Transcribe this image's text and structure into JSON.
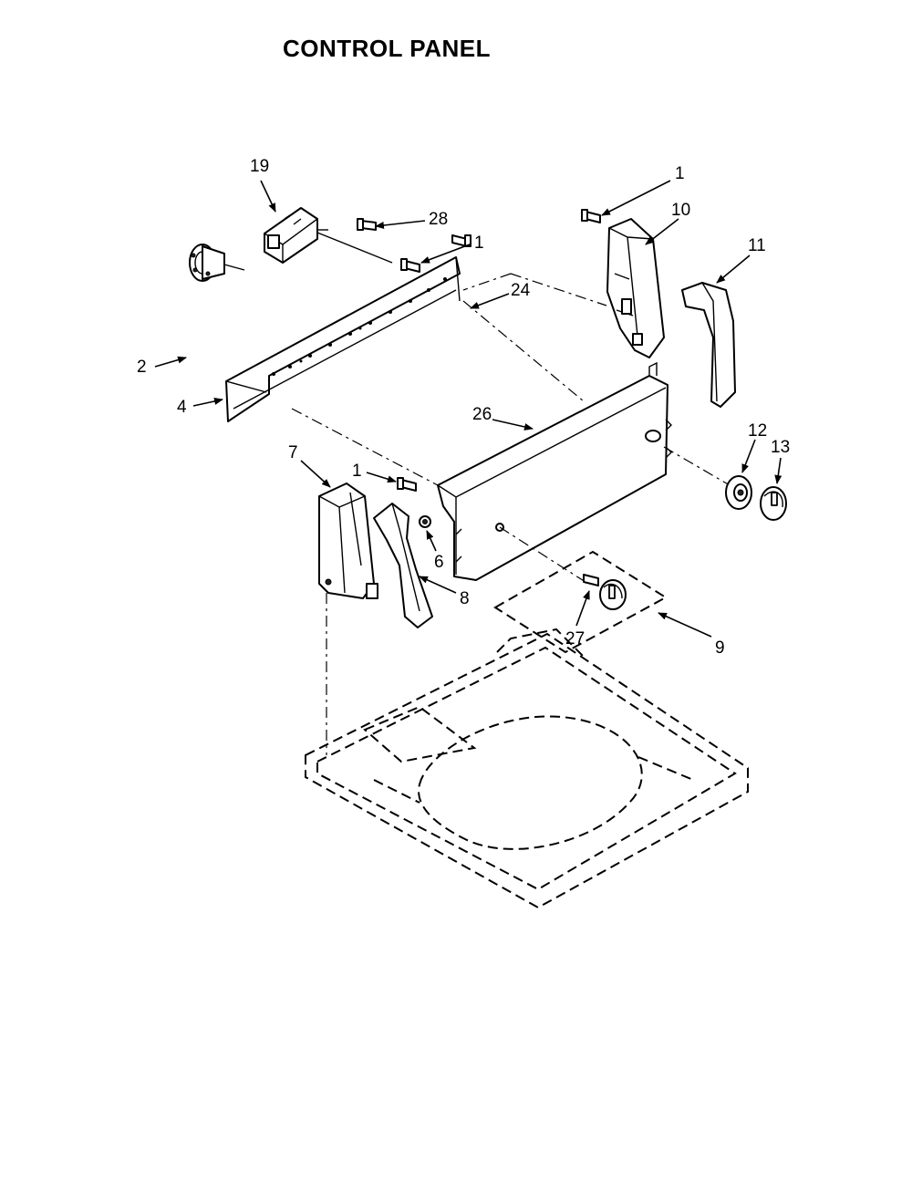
{
  "title": "CONTROL PANEL",
  "callouts": {
    "p19": "19",
    "p28": "28",
    "p1a": "1",
    "p24": "24",
    "p2": "2",
    "p4": "4",
    "p1b": "1",
    "p10": "10",
    "p11": "11",
    "p26": "26",
    "p12": "12",
    "p13": "13",
    "p7": "7",
    "p1c": "1",
    "p6": "6",
    "p8": "8",
    "p27": "27",
    "p9": "9"
  }
}
